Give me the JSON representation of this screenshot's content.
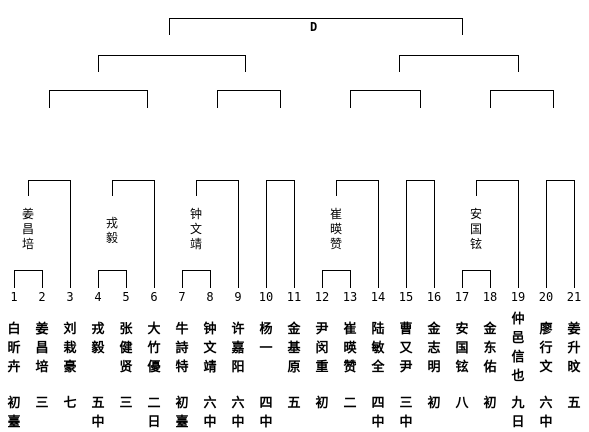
{
  "title": "D",
  "group_winners": [
    {
      "name": "姜\n昌\n培"
    },
    {
      "name": "戎\n毅"
    },
    {
      "name": "钟\n文\n靖"
    },
    {
      "name": "崔\n暎\n赞"
    },
    {
      "name": "安\n国\n铉"
    }
  ],
  "players": [
    {
      "num": "1",
      "name": "白\n昕\n卉",
      "rank": "初\n臺"
    },
    {
      "num": "2",
      "name": "姜\n昌\n培",
      "rank": "三"
    },
    {
      "num": "3",
      "name": "刘\n栽\n豪",
      "rank": "七"
    },
    {
      "num": "4",
      "name": "戎\n毅",
      "rank": "五\n中"
    },
    {
      "num": "5",
      "name": "张\n健\n贤",
      "rank": "三"
    },
    {
      "num": "6",
      "name": "大\n竹\n優",
      "rank": "二\n日"
    },
    {
      "num": "7",
      "name": "牛\n詩\n特",
      "rank": "初\n臺"
    },
    {
      "num": "8",
      "name": "钟\n文\n靖",
      "rank": "六\n中"
    },
    {
      "num": "9",
      "name": "许\n嘉\n阳",
      "rank": "六\n中"
    },
    {
      "num": "10",
      "name": "杨\n一",
      "rank": "四\n中"
    },
    {
      "num": "11",
      "name": "金\n基\n原",
      "rank": "五"
    },
    {
      "num": "12",
      "name": "尹\n闵\n重",
      "rank": "初"
    },
    {
      "num": "13",
      "name": "崔\n暎\n赞",
      "rank": "二"
    },
    {
      "num": "14",
      "name": "陆\n敏\n全",
      "rank": "四\n中"
    },
    {
      "num": "15",
      "name": "曹\n又\n尹",
      "rank": "三\n中"
    },
    {
      "num": "16",
      "name": "金\n志\n明",
      "rank": "初"
    },
    {
      "num": "17",
      "name": "安\n国\n铉",
      "rank": "八"
    },
    {
      "num": "18",
      "name": "金\n东\n佑",
      "rank": "初"
    },
    {
      "num": "19",
      "name": "仲\n邑\n信\n也",
      "rank": "九\n日"
    },
    {
      "num": "20",
      "name": "廖\n行\n文",
      "rank": "六\n中"
    },
    {
      "num": "21",
      "name": "姜\n升\n旼",
      "rank": "五"
    }
  ]
}
